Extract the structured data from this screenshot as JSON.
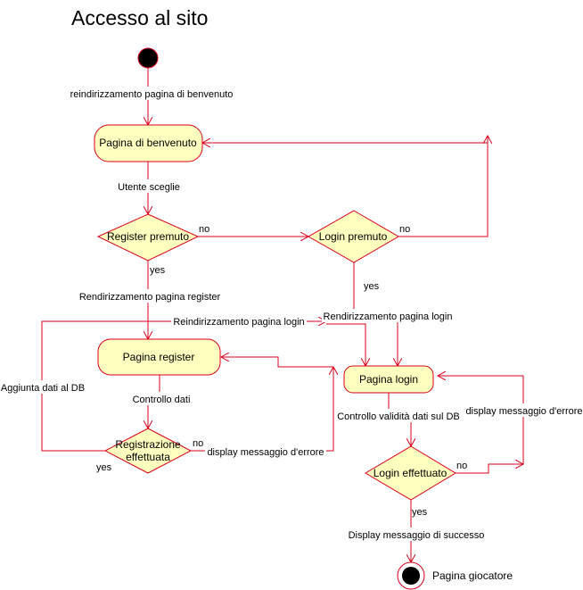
{
  "title": "Accesso al sito",
  "colors": {
    "stroke": "#d9001b",
    "fill": "#ffffc0",
    "label_bg": "#ffffff"
  },
  "nodes": {
    "benvenuto": "Pagina di benvenuto",
    "register_premuto": "Register premuto",
    "login_premuto": "Login premuto",
    "pagina_register": "Pagina register",
    "registrazione_line1": "Registrazione",
    "registrazione_line2": "effettuata",
    "pagina_login": "Pagina login",
    "login_effettuato": "Login effettuato"
  },
  "edges": {
    "reindirizzamento_benvenuto": "reindirizzamento pagina di benvenuto",
    "utente_sceglie": "Utente sceglie",
    "no_register": "no",
    "no_login": "no",
    "yes_register": "yes",
    "yes_login": "yes",
    "rendirizzamento_register": "Rendirizzamento pagina register",
    "reindirizzamento_login": "Reindirizzamento pagina login",
    "rendirizzamento_login": "Rendirizzamento pagina login",
    "aggiunta_dati": "Aggiunta dati al DB",
    "controllo_dati": "Controllo dati",
    "no_registrazione": "no",
    "yes_registrazione": "yes",
    "display_errore_register": "display messaggio d'errore",
    "controllo_validita": "Controllo validità dati sul DB",
    "display_errore_login": "display messaggio d'errore",
    "no_login_eff": "no",
    "yes_login_eff": "yes",
    "display_successo": "Display messaggio di successo",
    "pagina_giocatore": "Pagina giocatore"
  }
}
